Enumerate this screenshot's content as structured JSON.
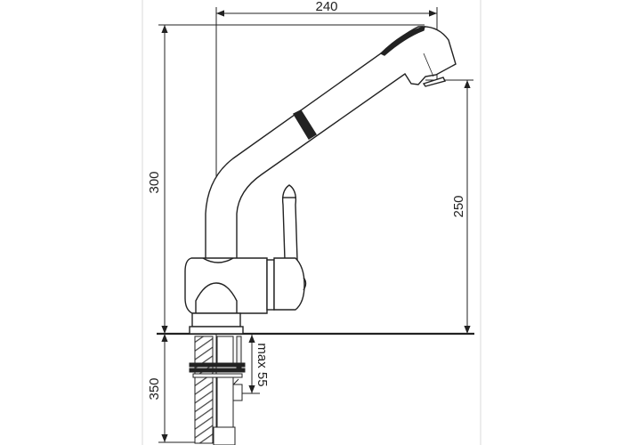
{
  "drawing": {
    "dimensions": {
      "spout_reach": "240",
      "total_height": "300",
      "spout_height": "250",
      "below_counter": "350",
      "max_counter_thickness": "max 55"
    },
    "colors": {
      "line": "#222222",
      "frame": "#d9d9d9"
    }
  }
}
